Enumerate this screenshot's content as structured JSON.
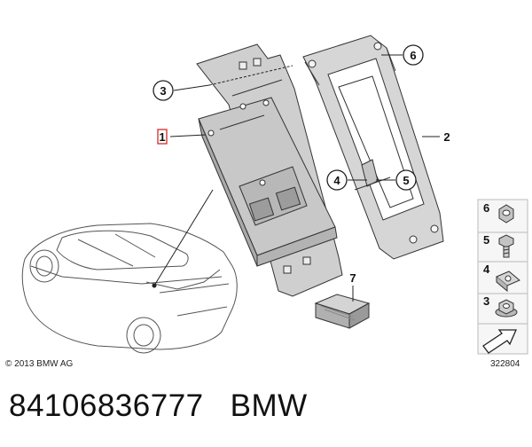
{
  "callouts": {
    "c1": "1",
    "c2": "2",
    "c3": "3",
    "c4": "4",
    "c5": "5",
    "c6": "6",
    "c7": "7"
  },
  "legend": [
    {
      "num": "6",
      "icon": "hex-nut-icon"
    },
    {
      "num": "5",
      "icon": "hex-bolt-icon"
    },
    {
      "num": "4",
      "icon": "clip-nut-icon"
    },
    {
      "num": "3",
      "icon": "flange-nut-icon"
    }
  ],
  "copyright": "© 2013 BMW AG",
  "drawing_number": "322804",
  "caption": {
    "part_number": "84106836777",
    "brand": "BMW"
  },
  "colors": {
    "highlight": "#d42a2a",
    "line": "#333333",
    "part_fill": "#bdbdbd"
  }
}
